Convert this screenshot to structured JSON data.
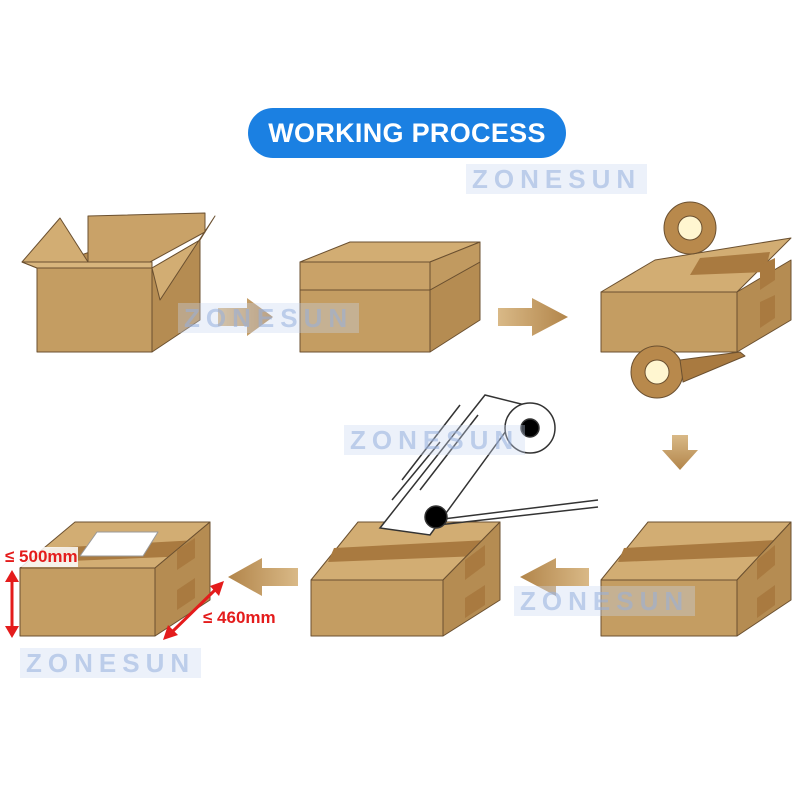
{
  "title": "WORKING PROCESS",
  "watermark": "ZONESUN",
  "dimensions": {
    "height_limit": "≤ 500mm",
    "width_limit": "≤ 460mm"
  },
  "colors": {
    "title_bg": "#1b80e2",
    "box_front": "#c49d62",
    "box_top": "#d2ad73",
    "box_side": "#b58c52",
    "tape": "#a97a40",
    "dimension": "#e41c1c"
  },
  "steps": [
    "open-box",
    "folded-box",
    "tape-sealing",
    "sealed-box",
    "label-applying",
    "labeled-box"
  ]
}
